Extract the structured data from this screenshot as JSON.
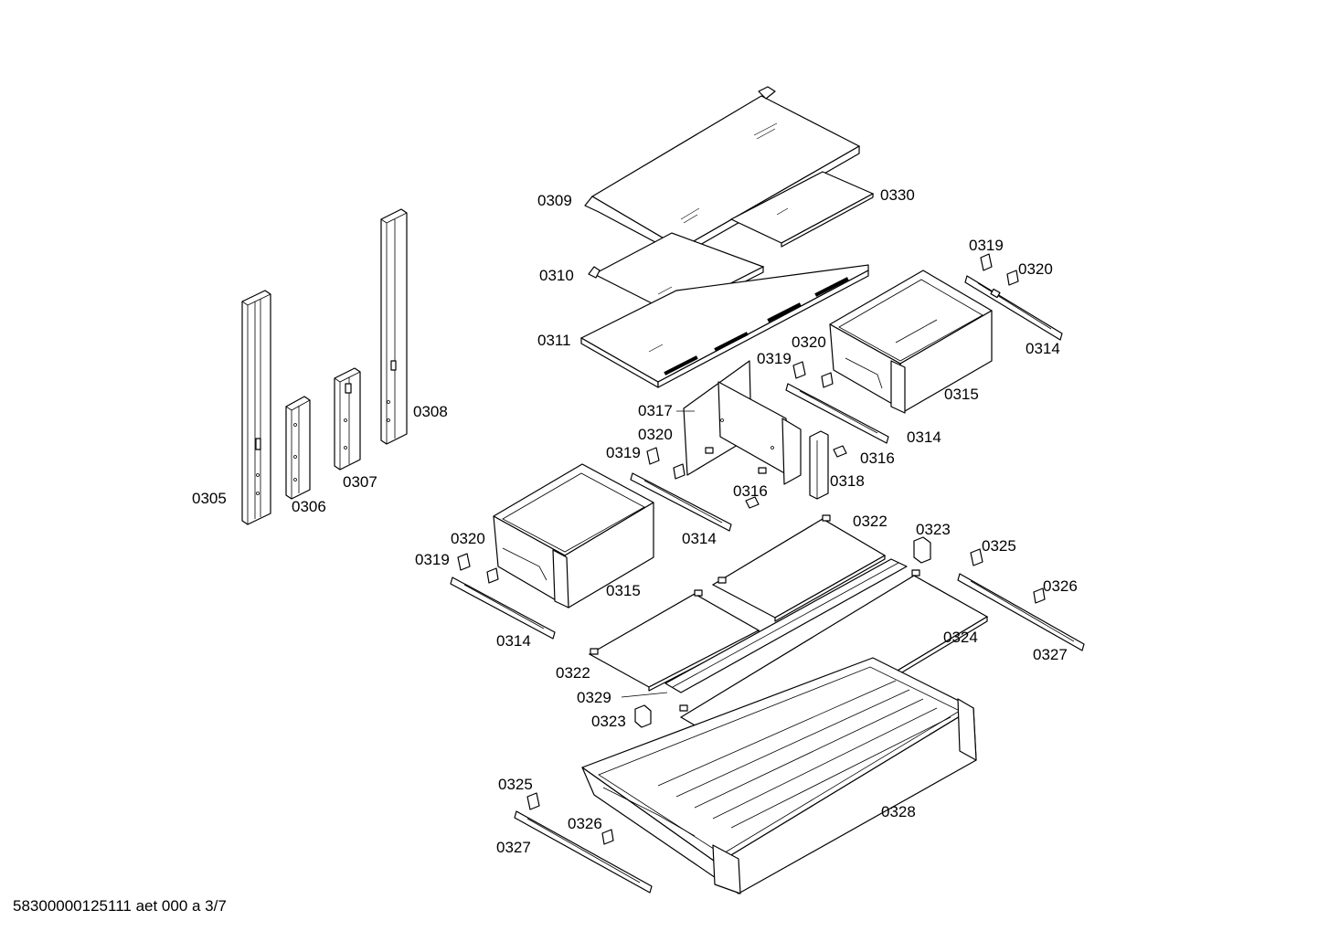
{
  "diagram": {
    "footer": "58300000125111 aet 000 a 3/7",
    "labels": {
      "l0305": "0305",
      "l0306": "0306",
      "l0307": "0307",
      "l0308": "0308",
      "l0309": "0309",
      "l0310": "0310",
      "l0311": "0311",
      "l0330": "0330",
      "l0319a": "0319",
      "l0320a": "0320",
      "l0314a": "0314",
      "l0315a": "0315",
      "l0320b": "0320",
      "l0319b": "0319",
      "l0317": "0317",
      "l0314b": "0314",
      "l0316a": "0316",
      "l0318": "0318",
      "l0320c": "0320",
      "l0319c": "0319",
      "l0316b": "0316",
      "l0314c": "0314",
      "l0322a": "0322",
      "l0323a": "0323",
      "l0325a": "0325",
      "l0320d": "0320",
      "l0319d": "0319",
      "l0315b": "0315",
      "l0326a": "0326",
      "l0314d": "0314",
      "l0324": "0324",
      "l0327a": "0327",
      "l0322b": "0322",
      "l0329": "0329",
      "l0323b": "0323",
      "l0325b": "0325",
      "l0328": "0328",
      "l0326b": "0326",
      "l0327b": "0327"
    }
  }
}
